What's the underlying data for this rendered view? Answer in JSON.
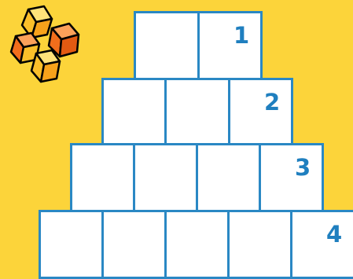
{
  "logo": {
    "icon": "cubes-logo-icon"
  },
  "pyramid": {
    "rows": [
      {
        "label": "1",
        "cells": 2
      },
      {
        "label": "2",
        "cells": 3
      },
      {
        "label": "3",
        "cells": 4
      },
      {
        "label": "4",
        "cells": 5
      }
    ]
  },
  "colors": {
    "background": "#fcd43a",
    "cell_border": "#2a88c4",
    "cell_fill": "#ffffff",
    "label": "#1f7fbf",
    "cube_light": "#fbbf2a",
    "cube_dark": "#f26e1c"
  }
}
